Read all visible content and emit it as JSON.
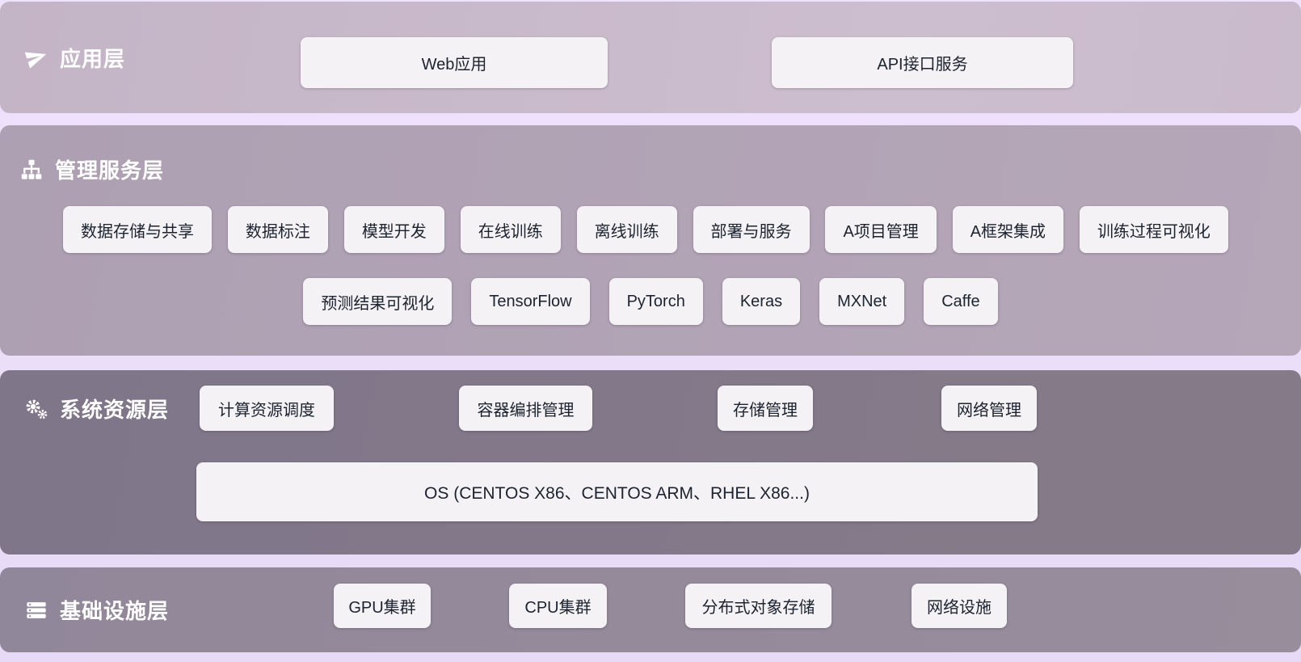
{
  "layers": [
    {
      "title": "应用层",
      "items": [
        "Web应用",
        "API接口服务"
      ]
    },
    {
      "title": "管理服务层",
      "row1": [
        "数据存储与共享",
        "数据标注",
        "模型开发",
        "在线训练",
        "离线训练",
        "部署与服务",
        "A项目管理",
        "A框架集成",
        "训练过程可视化"
      ],
      "row2": [
        "预测结果可视化",
        "TensorFlow",
        "PyTorch",
        "Keras",
        "MXNet",
        "Caffe"
      ]
    },
    {
      "title": "系统资源层",
      "items": [
        "计算资源调度",
        "容器编排管理",
        "存储管理",
        "网络管理"
      ],
      "os_bar": "OS (CENTOS X86、CENTOS ARM、RHEL X86...)"
    },
    {
      "title": "基础设施层",
      "items": [
        "GPU集群",
        "CPU集群",
        "分布式对象存储",
        "网络设施"
      ]
    }
  ],
  "icons": {
    "application": "rocket-icon",
    "management": "sitemap-icon",
    "system_resources": "gears-icon",
    "infrastructure": "server-icon"
  },
  "colors": {
    "background": "#e9ddf8",
    "layer_application": "#c7b8ca",
    "layer_management": "#b1a3b5",
    "layer_system_resources": "#827888",
    "layer_infrastructure": "#948a98",
    "node_background": "#f4f2f5",
    "node_text": "#1c2330",
    "title_text": "#ffffff"
  }
}
